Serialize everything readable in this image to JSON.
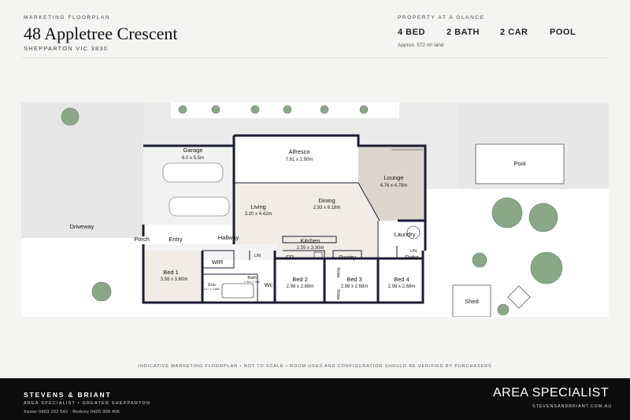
{
  "header": {
    "kicker": "MARKETING FLOORPLAN",
    "title": "48 Appletree Crescent",
    "subtitle": "SHEPPARTON VIC 3830"
  },
  "glance": {
    "heading": "PROPERTY AT A GLANCE",
    "beds": "4 BED",
    "baths": "2 BATH",
    "cars": "2 CAR",
    "pool": "POOL",
    "land": "Approx. 572 m² land"
  },
  "plan": {
    "garage": {
      "name": "Garage",
      "dim": "6.0 x 5.5m"
    },
    "alfresco": {
      "name": "Alfresco",
      "dim": "7.61 x 2.90m"
    },
    "lounge": {
      "name": "Lounge",
      "dim": "4.76 x 4.79m"
    },
    "pool": {
      "name": "Pool"
    },
    "living": {
      "name": "Living",
      "dim": "3.20 x 4.42m"
    },
    "dining": {
      "name": "Dining",
      "dim": "2.93 x 6.18m"
    },
    "driveway": {
      "name": "Driveway"
    },
    "porch": {
      "name": "Porch"
    },
    "entry": {
      "name": "Entry"
    },
    "hallway": {
      "name": "Hallway"
    },
    "kitchen": {
      "name": "Kitchen",
      "dim": "2.55 x 3.30m"
    },
    "laundry": {
      "name": "Laundry"
    },
    "bed1": {
      "name": "Bed 1",
      "dim": "3.58 x 3.60m"
    },
    "wir": {
      "name": "WIR"
    },
    "lin1": {
      "name": "LIN"
    },
    "lin2": {
      "name": "LIN"
    },
    "fr": {
      "name": "FR"
    },
    "pantry": {
      "name": "Pantry"
    },
    "robe1": {
      "name": "Robe"
    },
    "robe2": {
      "name": "Robe"
    },
    "robe3": {
      "name": "Robe"
    },
    "ens": {
      "name": "Ens",
      "dim": "2.17 x 1.48m"
    },
    "bath": {
      "name": "Bath",
      "dim": "1.90 x 2.75m"
    },
    "wc": {
      "name": "Wc"
    },
    "bed2": {
      "name": "Bed 2",
      "dim": "2.98 x 2.68m"
    },
    "bed3": {
      "name": "Bed 3",
      "dim": "2.98 x 2.68m"
    },
    "bed4": {
      "name": "Bed 4",
      "dim": "2.98 x 2.68m"
    },
    "shed": {
      "name": "Shed"
    }
  },
  "disclaimer": "INDICATIVE MARKETING FLOORPLAN • NOT TO SCALE • ROOM USES AND CONFIGURATION SHOULD BE VERIFIED BY PURCHASERS",
  "footer": {
    "brand": "STEVENS & BRIANT",
    "tagline": "AREA SPECIALIST • GREATER SHEPPARTON",
    "contacts": "Xavier 0403 152 642 · Rodney 0420 906 406",
    "logo": "AREA SPECIALIST",
    "url": "STEVENSANDBRIANT.COM.AU"
  },
  "colors": {
    "wall": "#1b1d36",
    "lawn": "#ffffff",
    "paving": "#e4e4e4",
    "tree": "#8aa888",
    "footer": "#0c0c0c"
  }
}
